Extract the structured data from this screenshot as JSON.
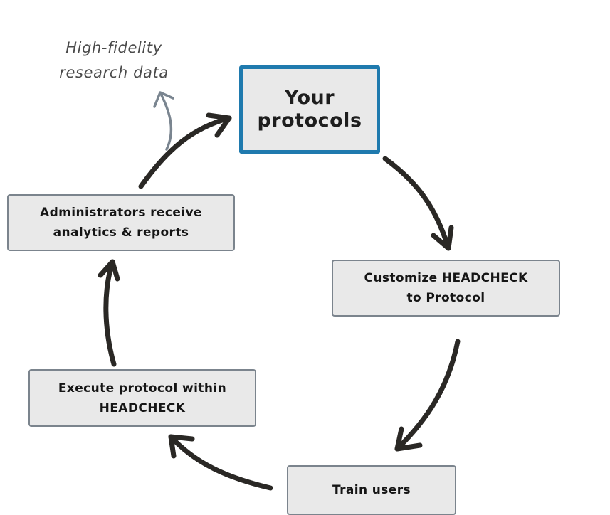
{
  "note": {
    "line1": "High-fidelity",
    "line2": "research data"
  },
  "nodes": {
    "protocols": {
      "line1": "Your",
      "line2": "protocols"
    },
    "customize": {
      "line1": "Customize HEADCHECK",
      "line2": "to Protocol"
    },
    "train": {
      "line1": "Train users"
    },
    "execute": {
      "line1": "Execute protocol within",
      "line2": "HEADCHECK"
    },
    "admin": {
      "line1": "Administrators receive",
      "line2": "analytics & reports"
    }
  },
  "colors": {
    "primary_border": "#1f7aae",
    "box_fill": "#e9e9e9",
    "box_border": "#7b848d",
    "arrow": "#2a2825",
    "data_arrow": "#7a8590"
  }
}
